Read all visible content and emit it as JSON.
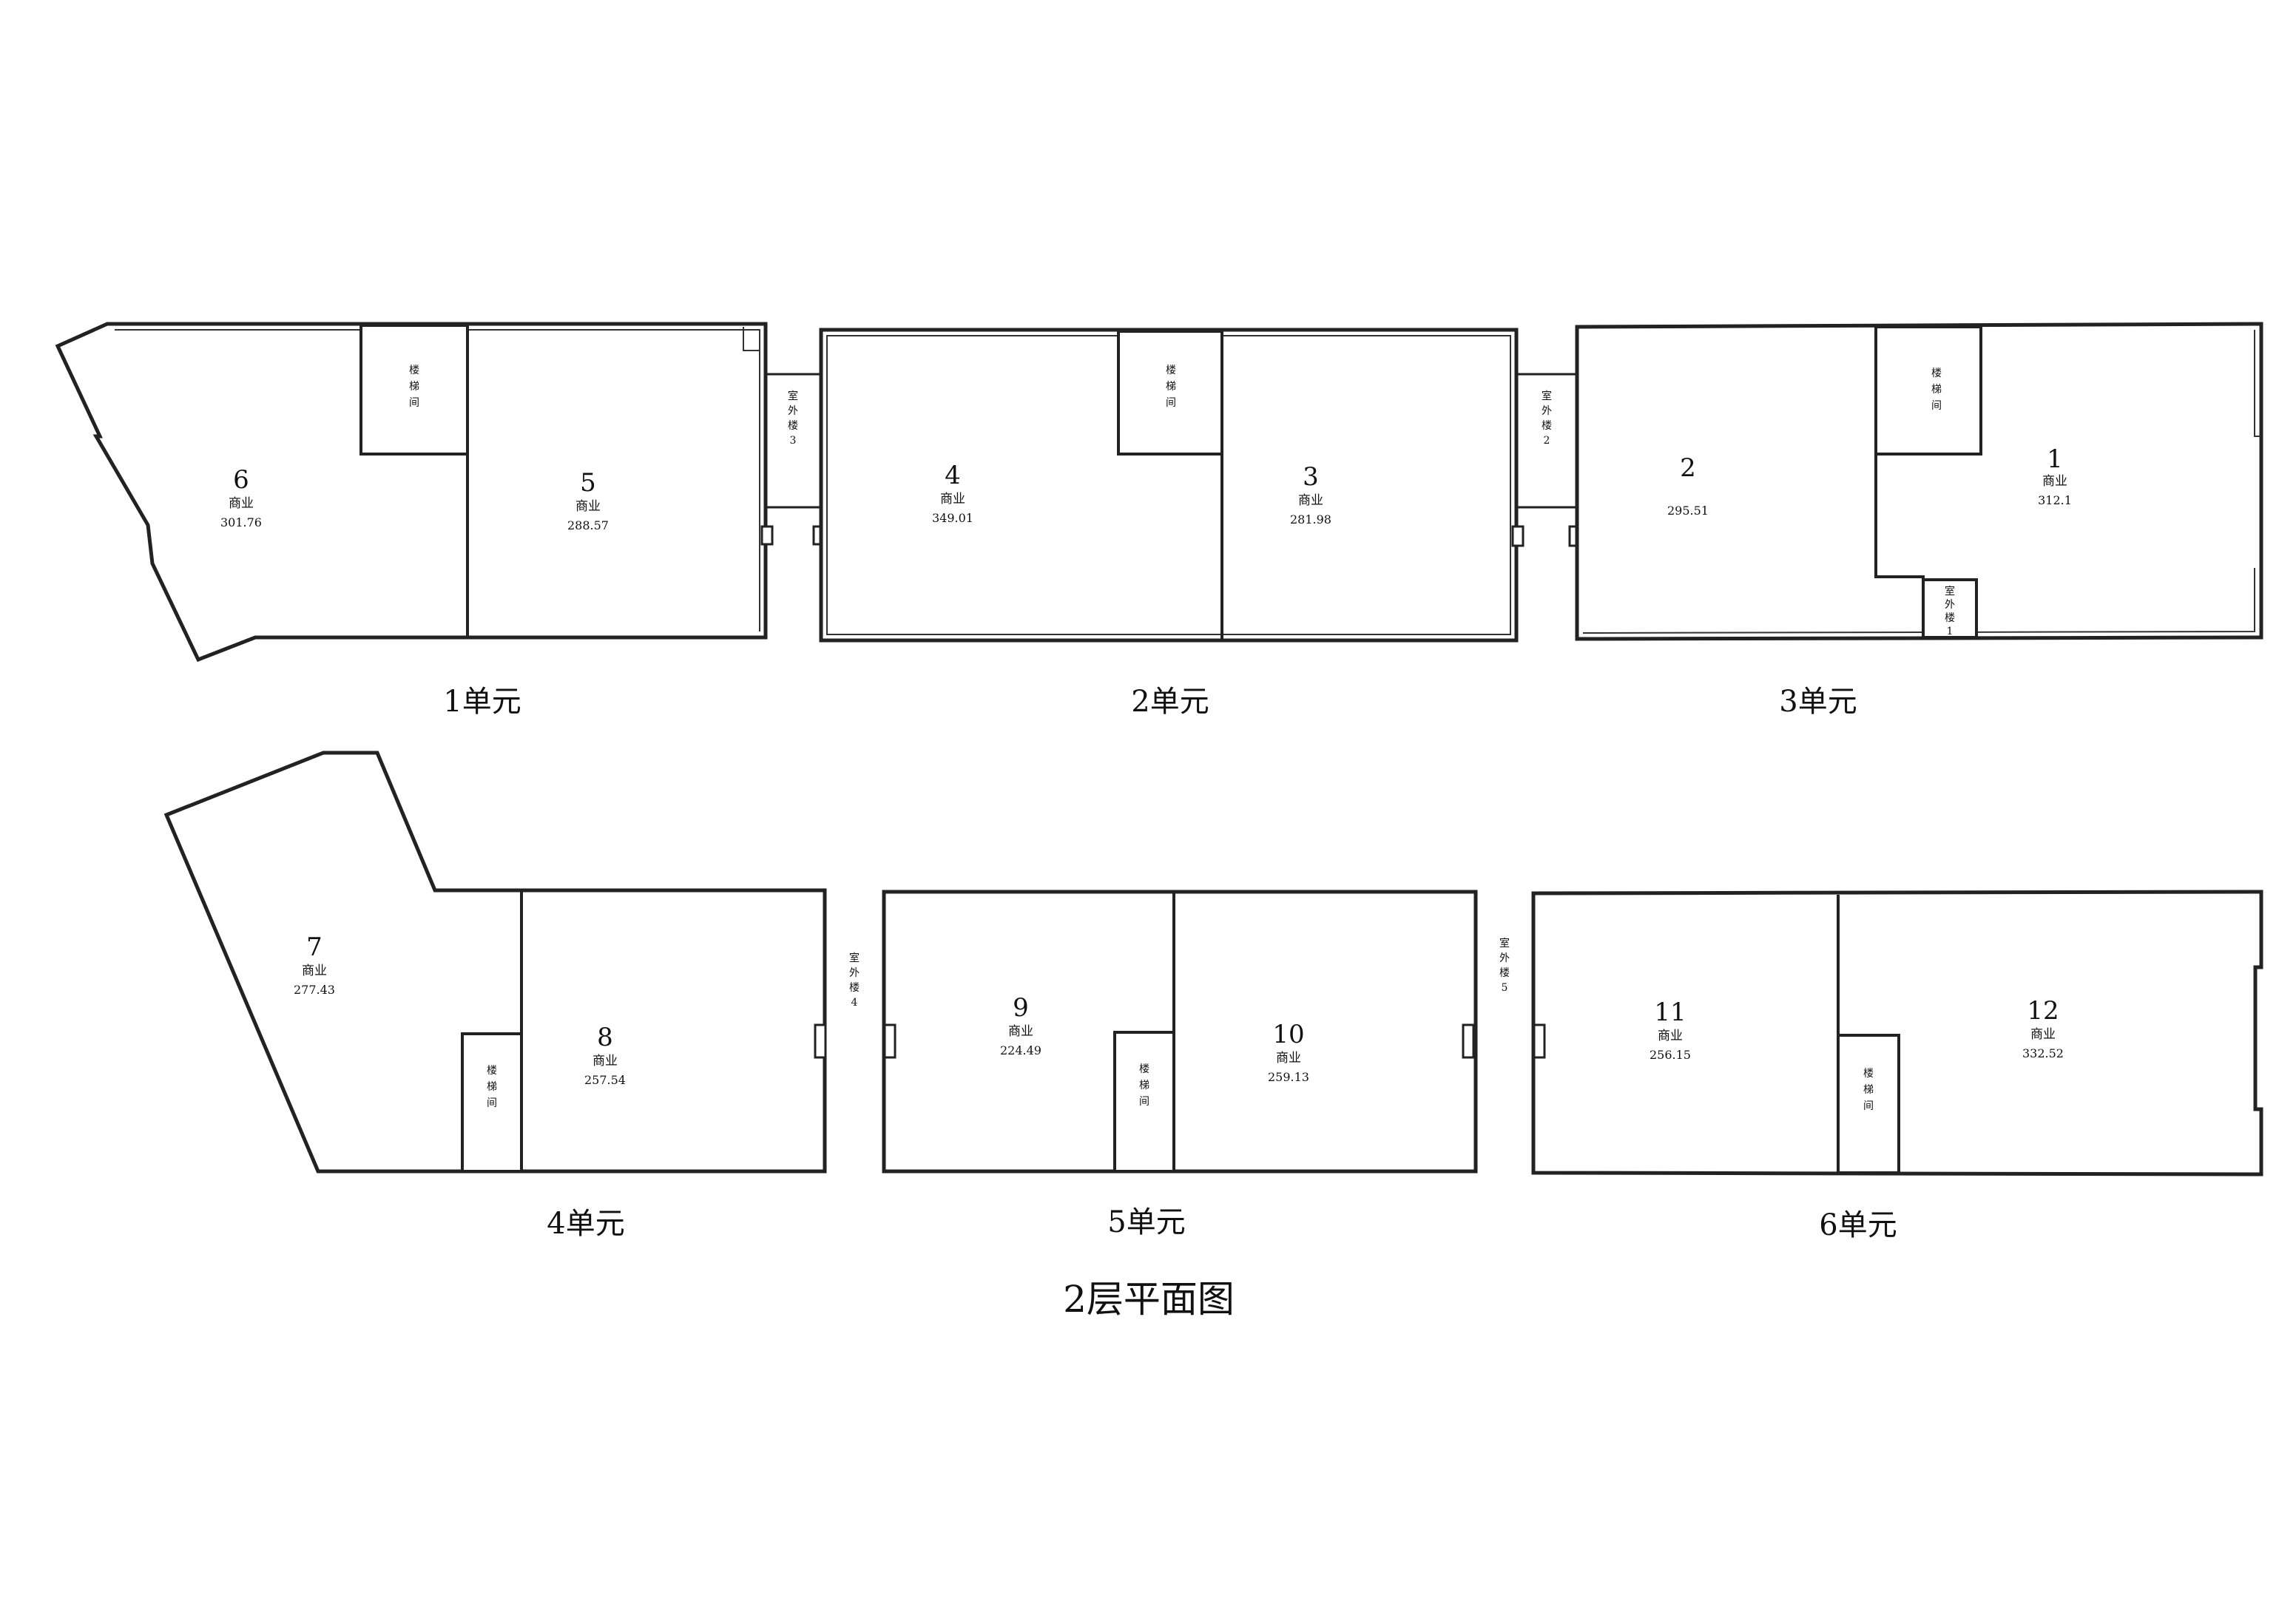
{
  "title": "2层平面图",
  "units": [
    "1单元",
    "2单元",
    "3单元",
    "4单元",
    "5单元",
    "6单元"
  ],
  "rooms": [
    {
      "num": "1",
      "use": "商业",
      "area": "312.1"
    },
    {
      "num": "2",
      "use": "",
      "area": "295.51"
    },
    {
      "num": "3",
      "use": "商业",
      "area": "281.98"
    },
    {
      "num": "4",
      "use": "商业",
      "area": "349.01"
    },
    {
      "num": "5",
      "use": "商业",
      "area": "288.57"
    },
    {
      "num": "6",
      "use": "商业",
      "area": "301.76"
    },
    {
      "num": "7",
      "use": "商业",
      "area": "277.43"
    },
    {
      "num": "8",
      "use": "商业",
      "area": "257.54"
    },
    {
      "num": "9",
      "use": "商业",
      "area": "224.49"
    },
    {
      "num": "10",
      "use": "商业",
      "area": "259.13"
    },
    {
      "num": "11",
      "use": "商业",
      "area": "256.15"
    },
    {
      "num": "12",
      "use": "商业",
      "area": "332.52"
    }
  ],
  "stairs": [
    {
      "chars": [
        "楼",
        "梯",
        "间"
      ]
    },
    {
      "chars": [
        "楼",
        "梯",
        "间"
      ]
    },
    {
      "chars": [
        "楼",
        "梯",
        "间"
      ]
    },
    {
      "chars": [
        "楼",
        "梯",
        "间"
      ]
    },
    {
      "chars": [
        "楼",
        "梯",
        "间"
      ]
    },
    {
      "chars": [
        "楼",
        "梯",
        "间"
      ]
    }
  ],
  "outdoor_stairs": [
    {
      "chars": [
        "室",
        "外",
        "楼",
        "3"
      ]
    },
    {
      "chars": [
        "室",
        "外",
        "楼",
        "2"
      ]
    },
    {
      "chars": [
        "室",
        "外",
        "楼",
        "1"
      ]
    },
    {
      "chars": [
        "室",
        "外",
        "楼",
        "4"
      ]
    },
    {
      "chars": [
        "室",
        "外",
        "楼",
        "5"
      ]
    }
  ]
}
